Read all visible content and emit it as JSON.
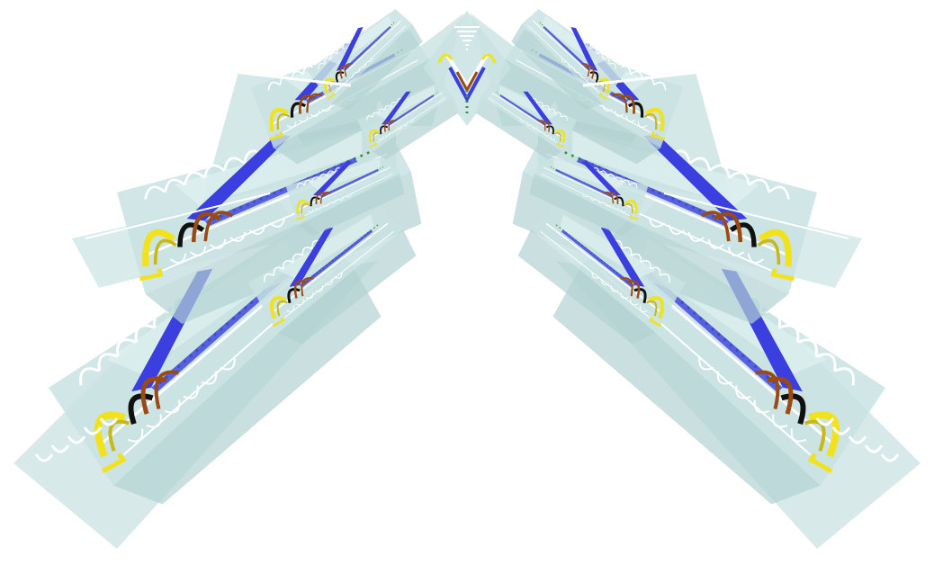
{
  "scene": {
    "caption": "",
    "background_color": "#ffffff",
    "symmetry": "mirrored-left-right",
    "colors": {
      "panel": "#c9e2e2",
      "panel_shadow": "#b3d2d2",
      "panel_highlight": "#e4f3f3",
      "ornament": "#ffffff",
      "arc_yellow": "#f2e21b",
      "arc_yellow_dark": "#c9b814",
      "arc_brown": "#9b4a12",
      "arc_black": "#111111",
      "stroke_blue": "#3b3fe0",
      "stroke_green": "#2f9a3a"
    },
    "motifs": [
      "translucent-panel",
      "white-lace-ornament",
      "yellow-arc",
      "brown-arc",
      "black-arc",
      "blue-ribbon",
      "green-dotted-line"
    ]
  }
}
